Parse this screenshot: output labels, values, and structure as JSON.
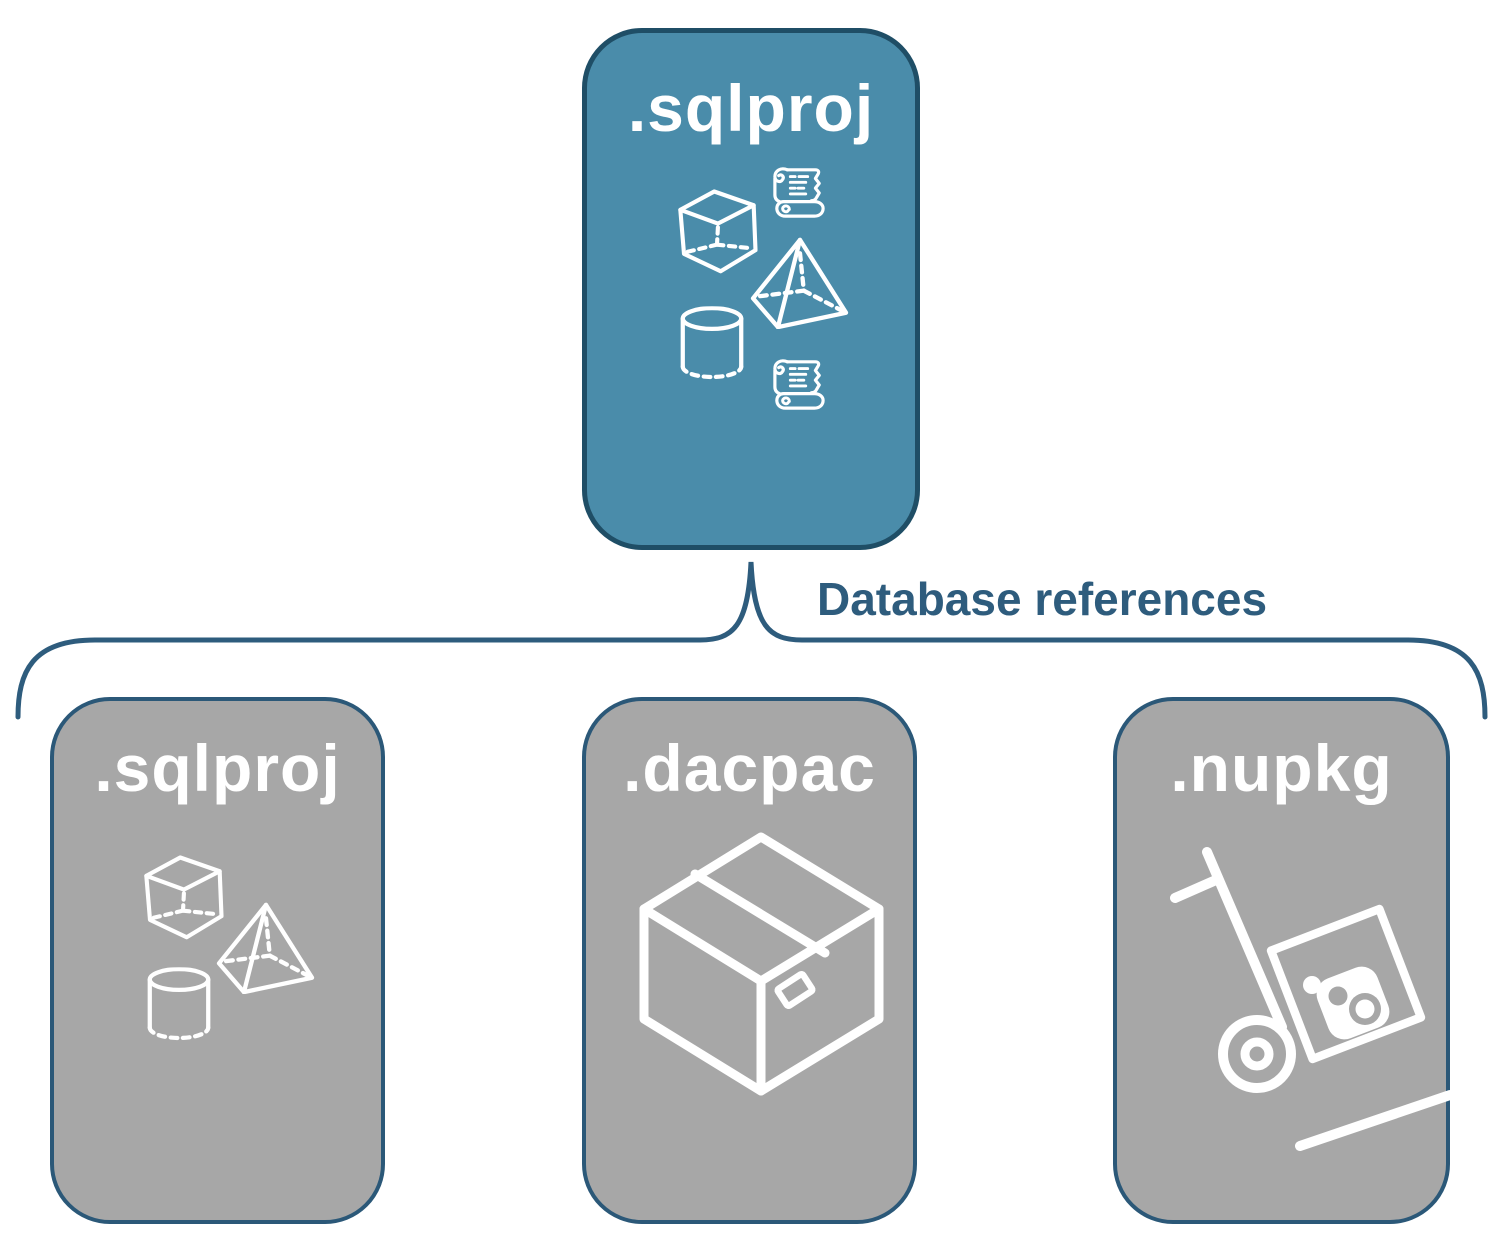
{
  "diagram": {
    "root_card": {
      "label": ".sqlproj",
      "icons": [
        "scroll-icon",
        "cube-icon",
        "pyramid-icon",
        "cylinder-icon",
        "scroll-icon"
      ]
    },
    "connector": {
      "label": "Database references"
    },
    "child_cards": [
      {
        "label": ".sqlproj",
        "icons": [
          "cube-icon",
          "pyramid-icon",
          "cylinder-icon"
        ]
      },
      {
        "label": ".dacpac",
        "icons": [
          "package-box-icon"
        ]
      },
      {
        "label": ".nupkg",
        "icons": [
          "hand-truck-package-icon"
        ]
      }
    ],
    "colors": {
      "background": "#ffffff",
      "root_card_fill": "#4a8caa",
      "child_card_fill": "#a7a7a7",
      "card_border": "#1f4e66",
      "connector_stroke": "#2e5c7d",
      "title_text": "#ffffff",
      "icon_stroke": "#ffffff"
    }
  }
}
